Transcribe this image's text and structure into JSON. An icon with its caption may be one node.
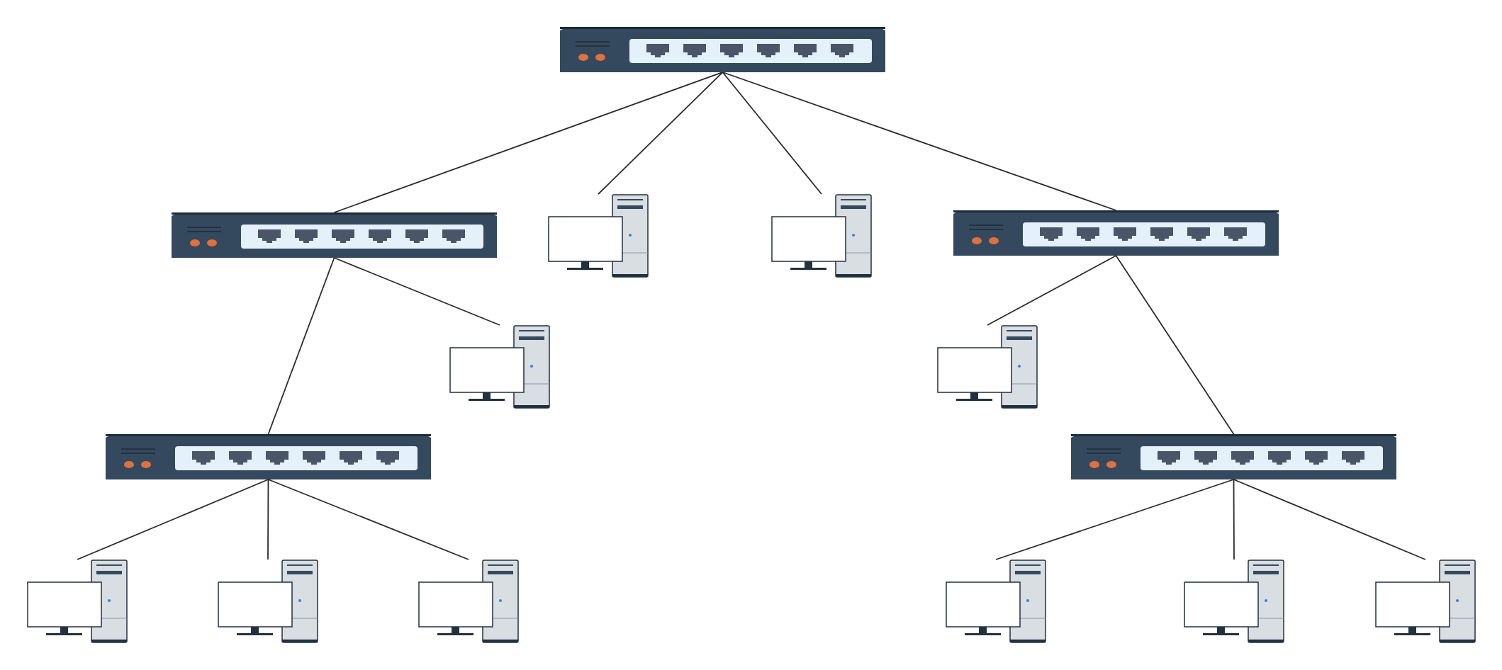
{
  "diagram": {
    "nodes": [
      {
        "text": [],
        "shape": "switch"
      },
      {
        "text": [],
        "shape": "switch"
      },
      {
        "text": [],
        "shape": "computer"
      },
      {
        "text": [],
        "shape": "computer"
      },
      {
        "text": [],
        "shape": "switch"
      },
      {
        "text": [],
        "shape": "computer"
      },
      {
        "text": [],
        "shape": "computer"
      },
      {
        "text": [],
        "shape": "switch"
      },
      {
        "text": [],
        "shape": "switch"
      },
      {
        "text": [],
        "shape": "computer"
      },
      {
        "text": [],
        "shape": "computer"
      },
      {
        "text": [],
        "shape": "computer"
      },
      {
        "text": [],
        "shape": "computer"
      },
      {
        "text": [],
        "shape": "computer"
      },
      {
        "text": [],
        "shape": "computer"
      }
    ],
    "edges": [
      {
        "from": 0,
        "to": 1,
        "arrow": "none"
      },
      {
        "from": 0,
        "to": 2,
        "arrow": "none"
      },
      {
        "from": 0,
        "to": 3,
        "arrow": "none"
      },
      {
        "from": 0,
        "to": 4,
        "arrow": "none"
      },
      {
        "from": 1,
        "to": 7,
        "arrow": "none"
      },
      {
        "from": 1,
        "to": 5,
        "arrow": "none"
      },
      {
        "from": 4,
        "to": 6,
        "arrow": "none"
      },
      {
        "from": 4,
        "to": 8,
        "arrow": "none"
      },
      {
        "from": 7,
        "to": 9,
        "arrow": "none"
      },
      {
        "from": 7,
        "to": 10,
        "arrow": "none"
      },
      {
        "from": 7,
        "to": 11,
        "arrow": "none"
      },
      {
        "from": 8,
        "to": 12,
        "arrow": "none"
      },
      {
        "from": 8,
        "to": 13,
        "arrow": "none"
      },
      {
        "from": 8,
        "to": 14,
        "arrow": "none"
      }
    ]
  }
}
